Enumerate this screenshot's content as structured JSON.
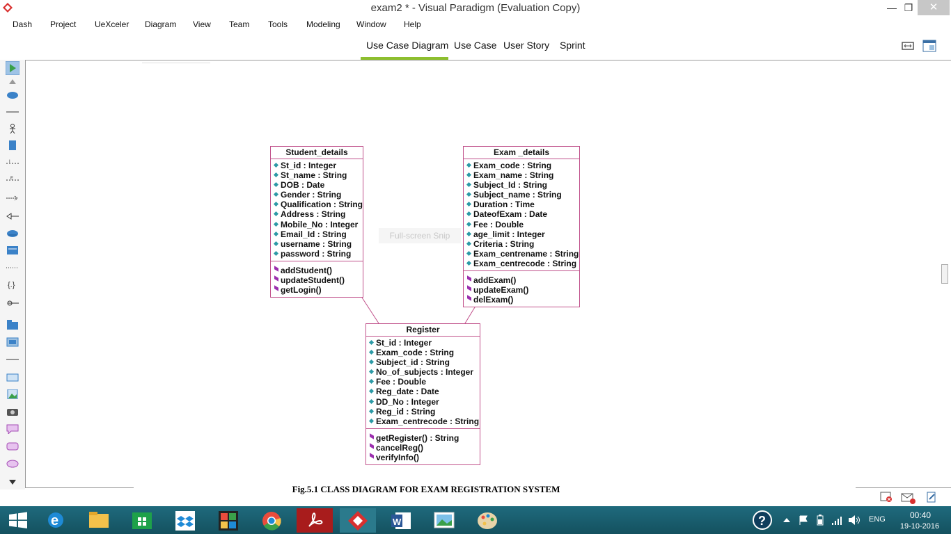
{
  "window": {
    "title": "exam2 * - Visual Paradigm (Evaluation Copy)"
  },
  "menu": [
    "Dash",
    "Project",
    "UeXceler",
    "Diagram",
    "View",
    "Team",
    "Tools",
    "Modeling",
    "Window",
    "Help"
  ],
  "tabs": [
    "Use Case Diagram",
    "Use Case",
    "User Story",
    "Sprint"
  ],
  "snip_hint": "Full-screen Snip",
  "classes": {
    "student": {
      "name": "Student_details",
      "attributes": [
        "St_id : Integer",
        "St_name : String",
        "DOB : Date",
        "Gender : String",
        "Qualification : String",
        "Address : String",
        "Mobile_No : Integer",
        "Email_Id : String",
        "username : String",
        "password : String"
      ],
      "operations": [
        "addStudent()",
        "updateStudent()",
        "getLogin()"
      ]
    },
    "exam": {
      "name": "Exam _details",
      "attributes": [
        "Exam_code : String",
        "Exam_name : String",
        "Subject_Id : String",
        "Subject_name : String",
        "Duration : Time",
        "DateofExam : Date",
        "Fee : Double",
        "age_limit : Integer",
        "Criteria : String",
        "Exam_centrename : String",
        "Exam_centrecode : String"
      ],
      "operations": [
        "addExam()",
        "updateExam()",
        "delExam()"
      ]
    },
    "register": {
      "name": "Register",
      "attributes": [
        "St_id : Integer",
        "Exam_code : String",
        "Subject_id : String",
        "No_of_subjects : Integer",
        "Fee : Double",
        "Reg_date : Date",
        "DD_No : Integer",
        "Reg_id : String",
        "Exam_centrecode : String"
      ],
      "operations": [
        "getRegister() : String",
        "cancelReg()",
        "verifyInfo()"
      ]
    }
  },
  "caption": "Fig.5.1 CLASS DIAGRAM FOR EXAM REGISTRATION SYSTEM",
  "tray": {
    "time": "00:40",
    "date": "19-10-2016",
    "lang": "ENG"
  },
  "colors": {
    "class_border": "#c0508a",
    "tab_accent": "#8dbf2e",
    "taskbar": "#1f6a7d"
  },
  "taskbar_apps": [
    "start-button",
    "internet-explorer",
    "file-explorer",
    "store",
    "dropbox",
    "paint-app",
    "chrome",
    "acrobat",
    "visual-paradigm",
    "word",
    "photo-viewer",
    "paint-palette"
  ]
}
